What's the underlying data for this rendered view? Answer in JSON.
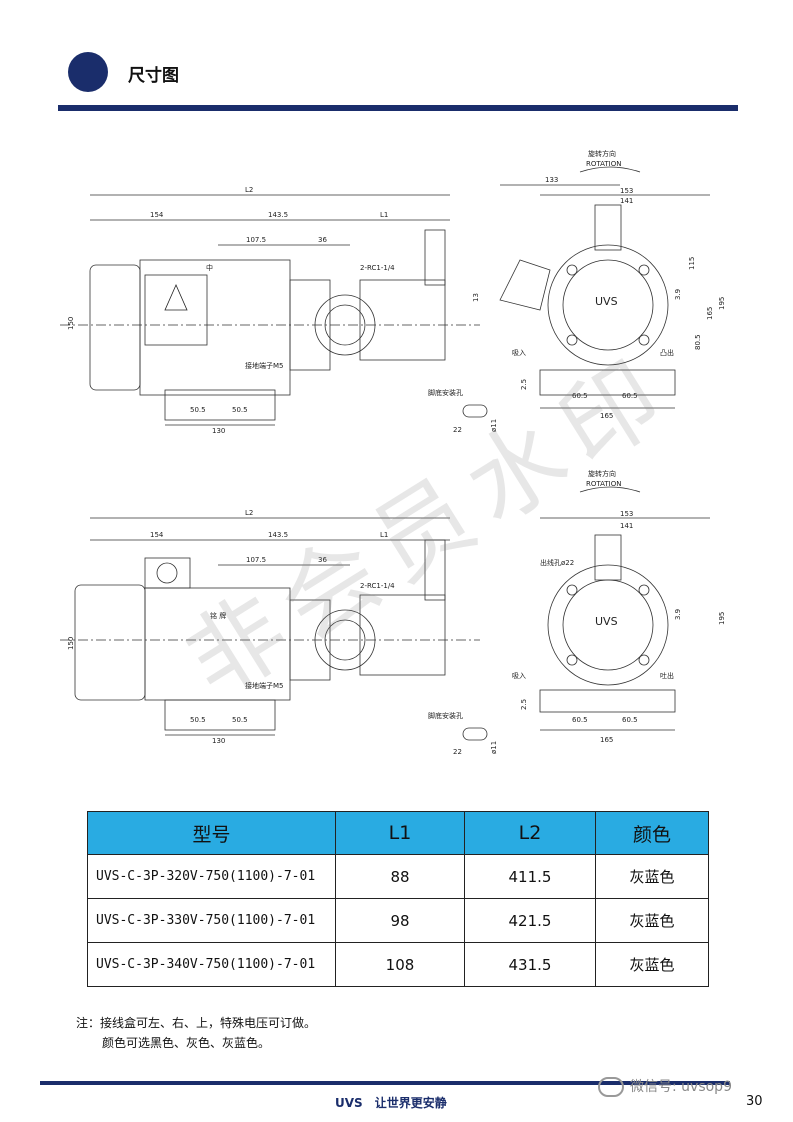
{
  "header": {
    "title": "尺寸图"
  },
  "drawing1": {
    "dims": {
      "l2": "L2",
      "d154": "154",
      "d1435": "143.5",
      "l1": "L1",
      "d1075": "107.5",
      "d36": "36",
      "d150": "150",
      "d505a": "50.5",
      "d505b": "50.5",
      "d130": "130",
      "rc": "2-RC1-1/4",
      "ground": "接地端子M5",
      "foot_hole": "脚底安装孔",
      "d22": "22",
      "d11": "ø11"
    },
    "side": {
      "rotation_cn": "旋转方向",
      "rotation_en": "ROTATION",
      "d133": "133",
      "d153": "153",
      "d141": "141",
      "d115": "115",
      "d195": "195",
      "d165v": "165",
      "d39": "3.9",
      "d805": "80.5",
      "d25": "2.5",
      "d605a": "60.5",
      "d605b": "60.5",
      "d165": "165",
      "d13": "13",
      "inlet": "吸入",
      "outlet": "凸出",
      "brand": "UVS"
    }
  },
  "drawing2": {
    "dims": {
      "l2": "L2",
      "d154": "154",
      "d1435": "143.5",
      "l1": "L1",
      "d1075": "107.5",
      "d36": "36",
      "d150": "150",
      "d505a": "50.5",
      "d505b": "50.5",
      "d130": "130",
      "rc": "2-RC1-1/4",
      "ground": "接地端子M5",
      "foot_hole": "脚底安装孔",
      "d22": "22",
      "d11": "ø11",
      "plate": "铭 牌"
    },
    "side": {
      "rotation_cn": "旋转方向",
      "rotation_en": "ROTATION",
      "d153": "153",
      "d141": "141",
      "d195": "195",
      "d39": "3.9",
      "d25": "2.5",
      "d605a": "60.5",
      "d605b": "60.5",
      "d165": "165",
      "cable": "出线孔ø22",
      "inlet": "吸入",
      "outlet": "吐出",
      "brand": "UVS"
    }
  },
  "watermark": "非会员水印",
  "table": {
    "headers": [
      "型号",
      "L1",
      "L2",
      "颜色"
    ],
    "rows": [
      [
        "UVS-C-3P-320V-750(1100)-7-01",
        "88",
        "411.5",
        "灰蓝色"
      ],
      [
        "UVS-C-3P-330V-750(1100)-7-01",
        "98",
        "421.5",
        "灰蓝色"
      ],
      [
        "UVS-C-3P-340V-750(1100)-7-01",
        "108",
        "431.5",
        "灰蓝色"
      ]
    ]
  },
  "notes": {
    "line1": "注：接线盒可左、右、上，特殊电压可订做。",
    "line2": "颜色可选黑色、灰色、灰蓝色。"
  },
  "footer": {
    "brand": "UVS",
    "slogan": "让世界更安静",
    "page": "30",
    "wechat": "微信号: uvsop9"
  }
}
